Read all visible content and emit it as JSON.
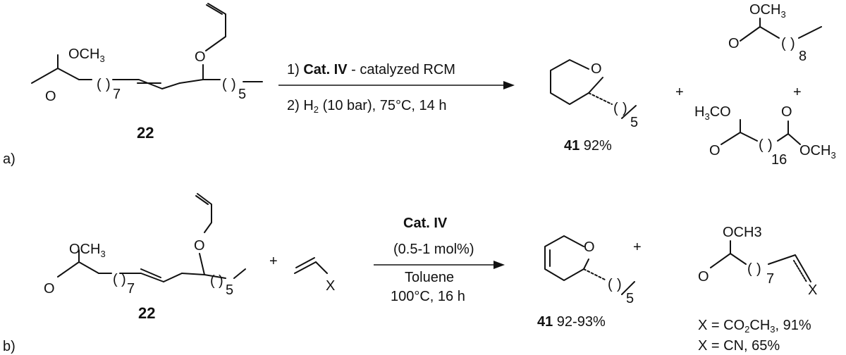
{
  "part_a": {
    "label": "a)",
    "substrate_number": "22",
    "ester": "OCH",
    "ester_sub": "3",
    "o": "O",
    "n7": "7",
    "n5": "5",
    "cond1_prefix": "1) ",
    "cond1_bold": "Cat. IV",
    "cond1_rest": " - catalyzed RCM",
    "cond2_prefix": "2) H",
    "cond2_sub": "2",
    "cond2_rest": " (10 bar), 75°C, 14 h",
    "product_number": "41",
    "product_yield": " 92%",
    "byproduct1_ester": "OCH",
    "byproduct1_sub": "3",
    "byproduct1_n": "8",
    "byproduct2_left": "H",
    "byproduct2_left_sub": "3",
    "byproduct2_left_rest": "CO",
    "byproduct2_right": "OCH",
    "byproduct2_right_sub": "3",
    "byproduct2_n": "16",
    "plus": "+"
  },
  "part_b": {
    "label": "b)",
    "substrate_number": "22",
    "ester": "OCH",
    "ester_sub": "3",
    "n7": "7",
    "n5": "5",
    "reagent_x": "X",
    "cond_bold": "Cat. IV",
    "cond_line2": "(0.5-1 mol%)",
    "cond_line3": "Toluene",
    "cond_line4": "100°C, 16 h",
    "product_number": "41",
    "product_yield": " 92-93%",
    "byproduct_ester": "OCH3",
    "byproduct_n": "7",
    "byproduct_x": "X",
    "result1_prefix": "X = CO",
    "result1_sub": "2",
    "result1_rest": "CH",
    "result1_sub2": "3",
    "result1_yield": ", 91%",
    "result2": "X = CN, 65%",
    "plus": "+"
  }
}
